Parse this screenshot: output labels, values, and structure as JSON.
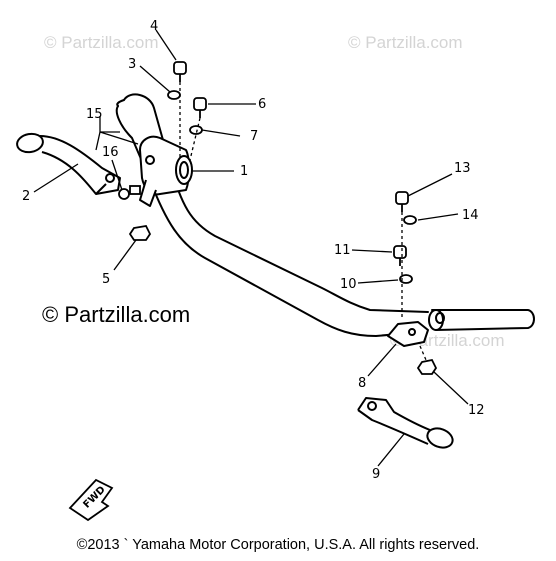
{
  "watermarks": {
    "top_left": "© Partzilla.com",
    "top_right": "© Partzilla.com",
    "middle_left": "© Partzilla.com",
    "middle_right": "© Partzilla.com"
  },
  "callouts": [
    {
      "id": "1",
      "text": "1"
    },
    {
      "id": "2",
      "text": "2"
    },
    {
      "id": "3",
      "text": "3"
    },
    {
      "id": "4",
      "text": "4"
    },
    {
      "id": "5",
      "text": "5"
    },
    {
      "id": "6",
      "text": "6"
    },
    {
      "id": "7",
      "text": "7"
    },
    {
      "id": "8",
      "text": "8"
    },
    {
      "id": "9",
      "text": "9"
    },
    {
      "id": "10",
      "text": "10"
    },
    {
      "id": "11",
      "text": "11"
    },
    {
      "id": "12",
      "text": "12"
    },
    {
      "id": "13",
      "text": "13"
    },
    {
      "id": "14",
      "text": "14"
    },
    {
      "id": "15",
      "text": "15"
    },
    {
      "id": "16",
      "text": "16"
    }
  ],
  "fwd_label": "FWD",
  "copyright": "©2013 ` Yamaha Motor Corporation, U.S.A. All rights reserved."
}
